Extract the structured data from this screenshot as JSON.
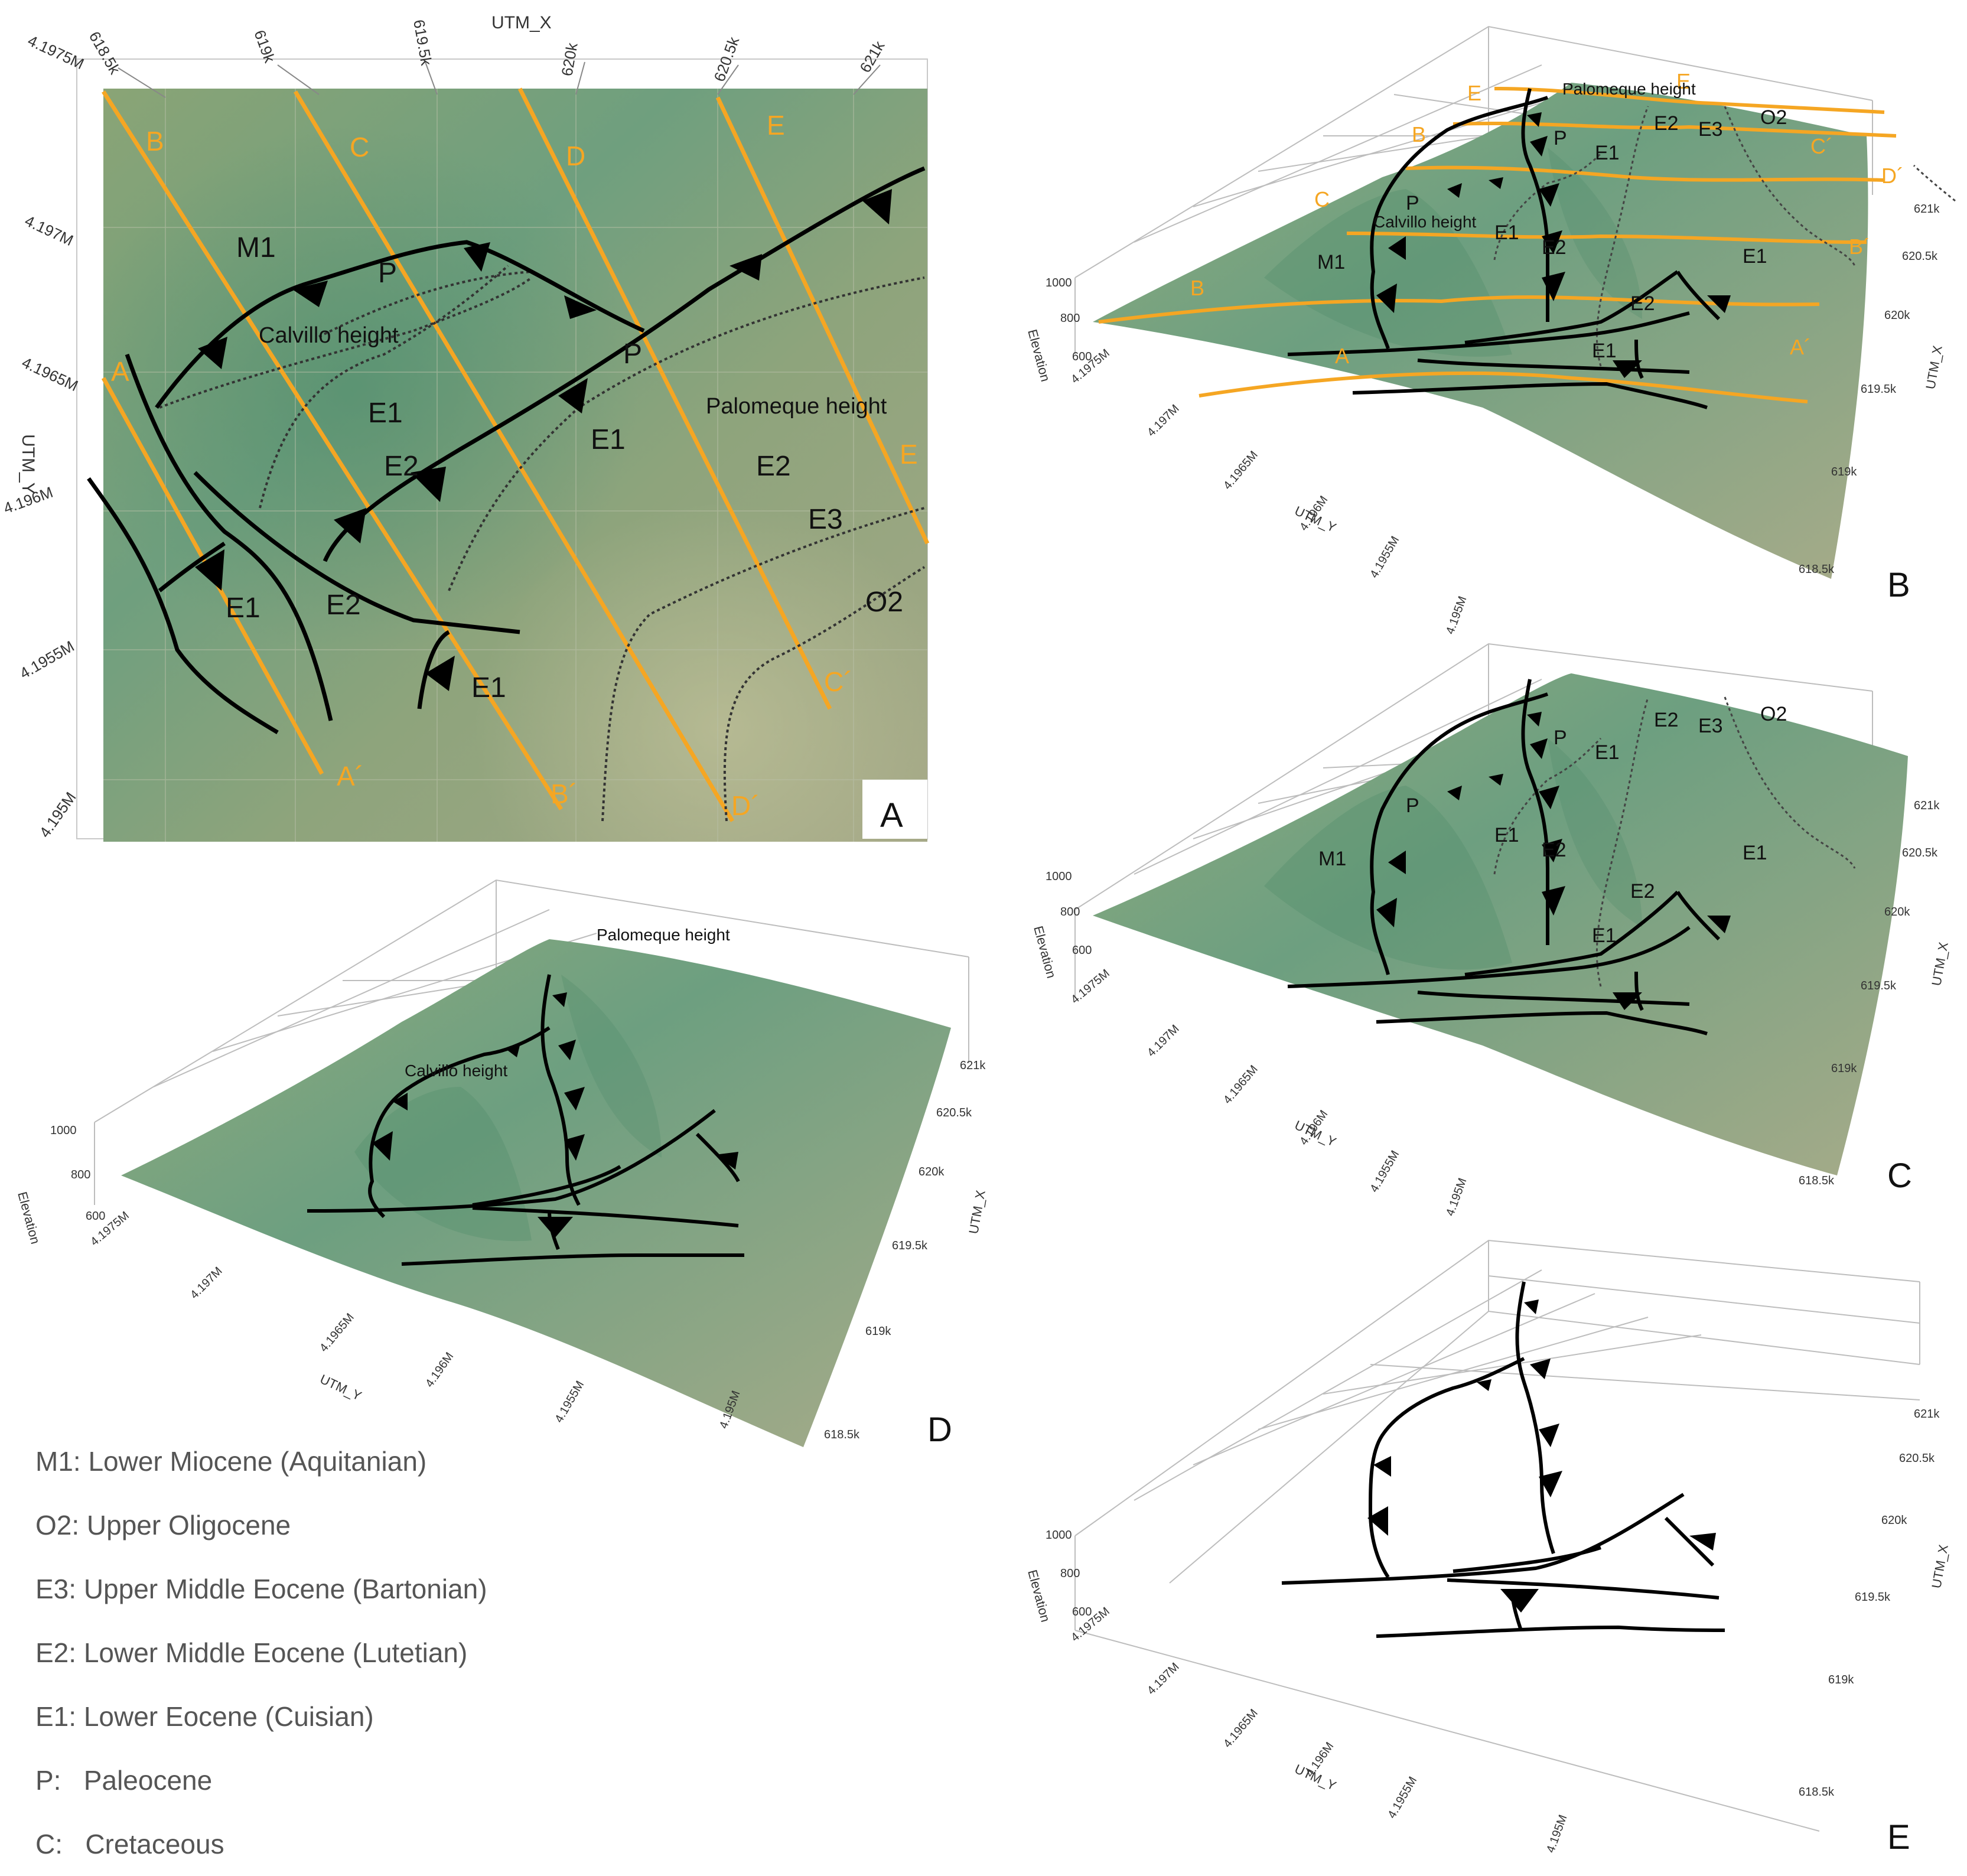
{
  "colors": {
    "terrain_green": "#7fa880",
    "terrain_dark": "#5f9a77",
    "terrain_khaki": "#a7ae86",
    "section_orange": "#f5a623",
    "fault_black": "#000000",
    "legend_gray": "#555555"
  },
  "panel_a": {
    "letter": "A",
    "x_axis_title": "UTM_X",
    "y_axis_title": "UTM_Y",
    "x_ticks": [
      "618.5k",
      "619k",
      "619.5k",
      "620k",
      "620.5k",
      "621k"
    ],
    "y_ticks": [
      "4.1975M",
      "4.197M",
      "4.1965M",
      "4.196M",
      "4.1955M",
      "4.195M"
    ],
    "sections": [
      {
        "start": "A",
        "end": "A´"
      },
      {
        "start": "B",
        "end": "B´"
      },
      {
        "start": "C",
        "end": "C´"
      },
      {
        "start": "D",
        "end": "D´"
      },
      {
        "start": "E",
        "end": "E"
      }
    ],
    "units": [
      "M1",
      "P",
      "P",
      "E1",
      "E1",
      "E2",
      "E2",
      "E3",
      "O2",
      "E1",
      "E2",
      "E1"
    ],
    "place_names": [
      "Calvillo height",
      "Palomeque height"
    ]
  },
  "panel_b": {
    "letter": "B",
    "z_axis_title": "Elevation",
    "z_ticks": [
      "1000",
      "800",
      "600"
    ],
    "x_axis_title": "UTM_X",
    "x_ticks": [
      "621k",
      "620.5k",
      "620k",
      "619.5k",
      "619k",
      "618.5k"
    ],
    "y_axis_title": "UTM_Y",
    "y_ticks": [
      "4.1975M",
      "4.197M",
      "4.1965M",
      "4.196M",
      "4.1955M",
      "4.195M"
    ],
    "place_names": [
      "Palomeque height",
      "Calvillo height"
    ],
    "units": [
      "P",
      "E1",
      "E2",
      "E3",
      "O2",
      "P",
      "E1",
      "E2",
      "M1",
      "E1",
      "E2",
      "E1"
    ],
    "section_labels": [
      "E",
      "E",
      "B",
      "C",
      "B",
      "A",
      "C´",
      "D´",
      "B´",
      "A´"
    ]
  },
  "panel_c": {
    "letter": "C",
    "z_axis_title": "Elevation",
    "z_ticks": [
      "1000",
      "800",
      "600"
    ],
    "x_axis_title": "UTM_X",
    "x_ticks": [
      "621k",
      "620.5k",
      "620k",
      "619.5k",
      "619k",
      "618.5k"
    ],
    "y_axis_title": "UTM_Y",
    "y_ticks": [
      "4.1975M",
      "4.197M",
      "4.1965M",
      "4.196M",
      "4.1955M",
      "4.195M"
    ],
    "units": [
      "P",
      "E1",
      "E2",
      "E3",
      "O2",
      "P",
      "M1",
      "E1",
      "E2",
      "E1",
      "E2",
      "E1"
    ]
  },
  "panel_d": {
    "letter": "D",
    "z_axis_title": "Elevation",
    "z_ticks": [
      "1000",
      "800",
      "600"
    ],
    "x_axis_title": "UTM_X",
    "x_ticks": [
      "621k",
      "620.5k",
      "620k",
      "619.5k",
      "619k",
      "618.5k"
    ],
    "y_axis_title": "UTM_Y",
    "y_ticks": [
      "4.1975M",
      "4.197M",
      "4.1965M",
      "4.196M",
      "4.1955M",
      "4.195M"
    ],
    "place_names": [
      "Palomeque height",
      "Calvillo height"
    ]
  },
  "panel_e": {
    "letter": "E",
    "z_axis_title": "Elevation",
    "z_ticks": [
      "1000",
      "800",
      "600"
    ],
    "x_axis_title": "UTM_X",
    "x_ticks": [
      "621k",
      "620.5k",
      "620k",
      "619.5k",
      "619k",
      "618.5k"
    ],
    "y_axis_title": "UTM_Y",
    "y_ticks": [
      "4.1975M",
      "4.197M",
      "4.1965M",
      "4.196M",
      "4.1955M",
      "4.195M"
    ]
  },
  "legend": [
    "M1: Lower Miocene (Aquitanian)",
    "O2: Upper Oligocene",
    "E3: Upper Middle Eocene (Bartonian)",
    "E2: Lower Middle Eocene (Lutetian)",
    "E1: Lower Eocene (Cuisian)",
    "P:   Paleocene",
    "C:   Cretaceous"
  ]
}
